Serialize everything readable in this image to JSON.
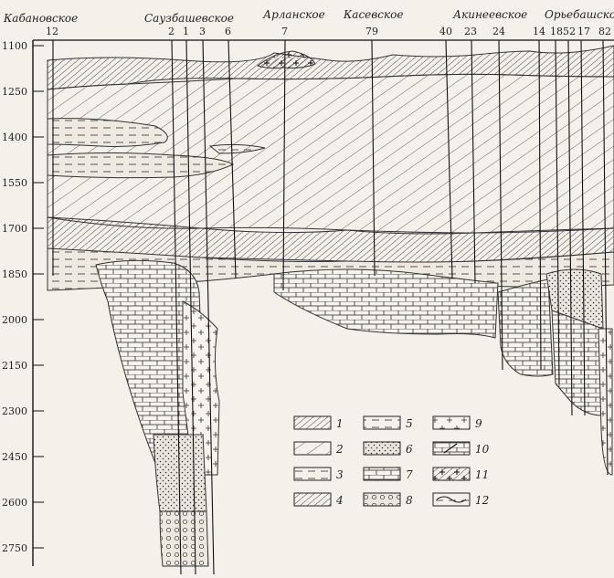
{
  "fields": [
    "Кабановское",
    "Саузбашевское",
    "Арланское",
    "Касевское",
    "Акинеевское",
    "Орьебашское"
  ],
  "wells": [
    "12",
    "2",
    "1",
    "3",
    "6",
    "7",
    "79",
    "40",
    "23",
    "24",
    "14",
    "18",
    "52",
    "17",
    "82"
  ],
  "depth_ticks": [
    "1100",
    "1250",
    "1400",
    "1550",
    "1700",
    "1850",
    "2000",
    "2150",
    "2300",
    "2450",
    "2600",
    "2750"
  ],
  "legend": [
    "1",
    "2",
    "3",
    "4",
    "5",
    "6",
    "7",
    "8",
    "9",
    "10",
    "11",
    "12"
  ]
}
